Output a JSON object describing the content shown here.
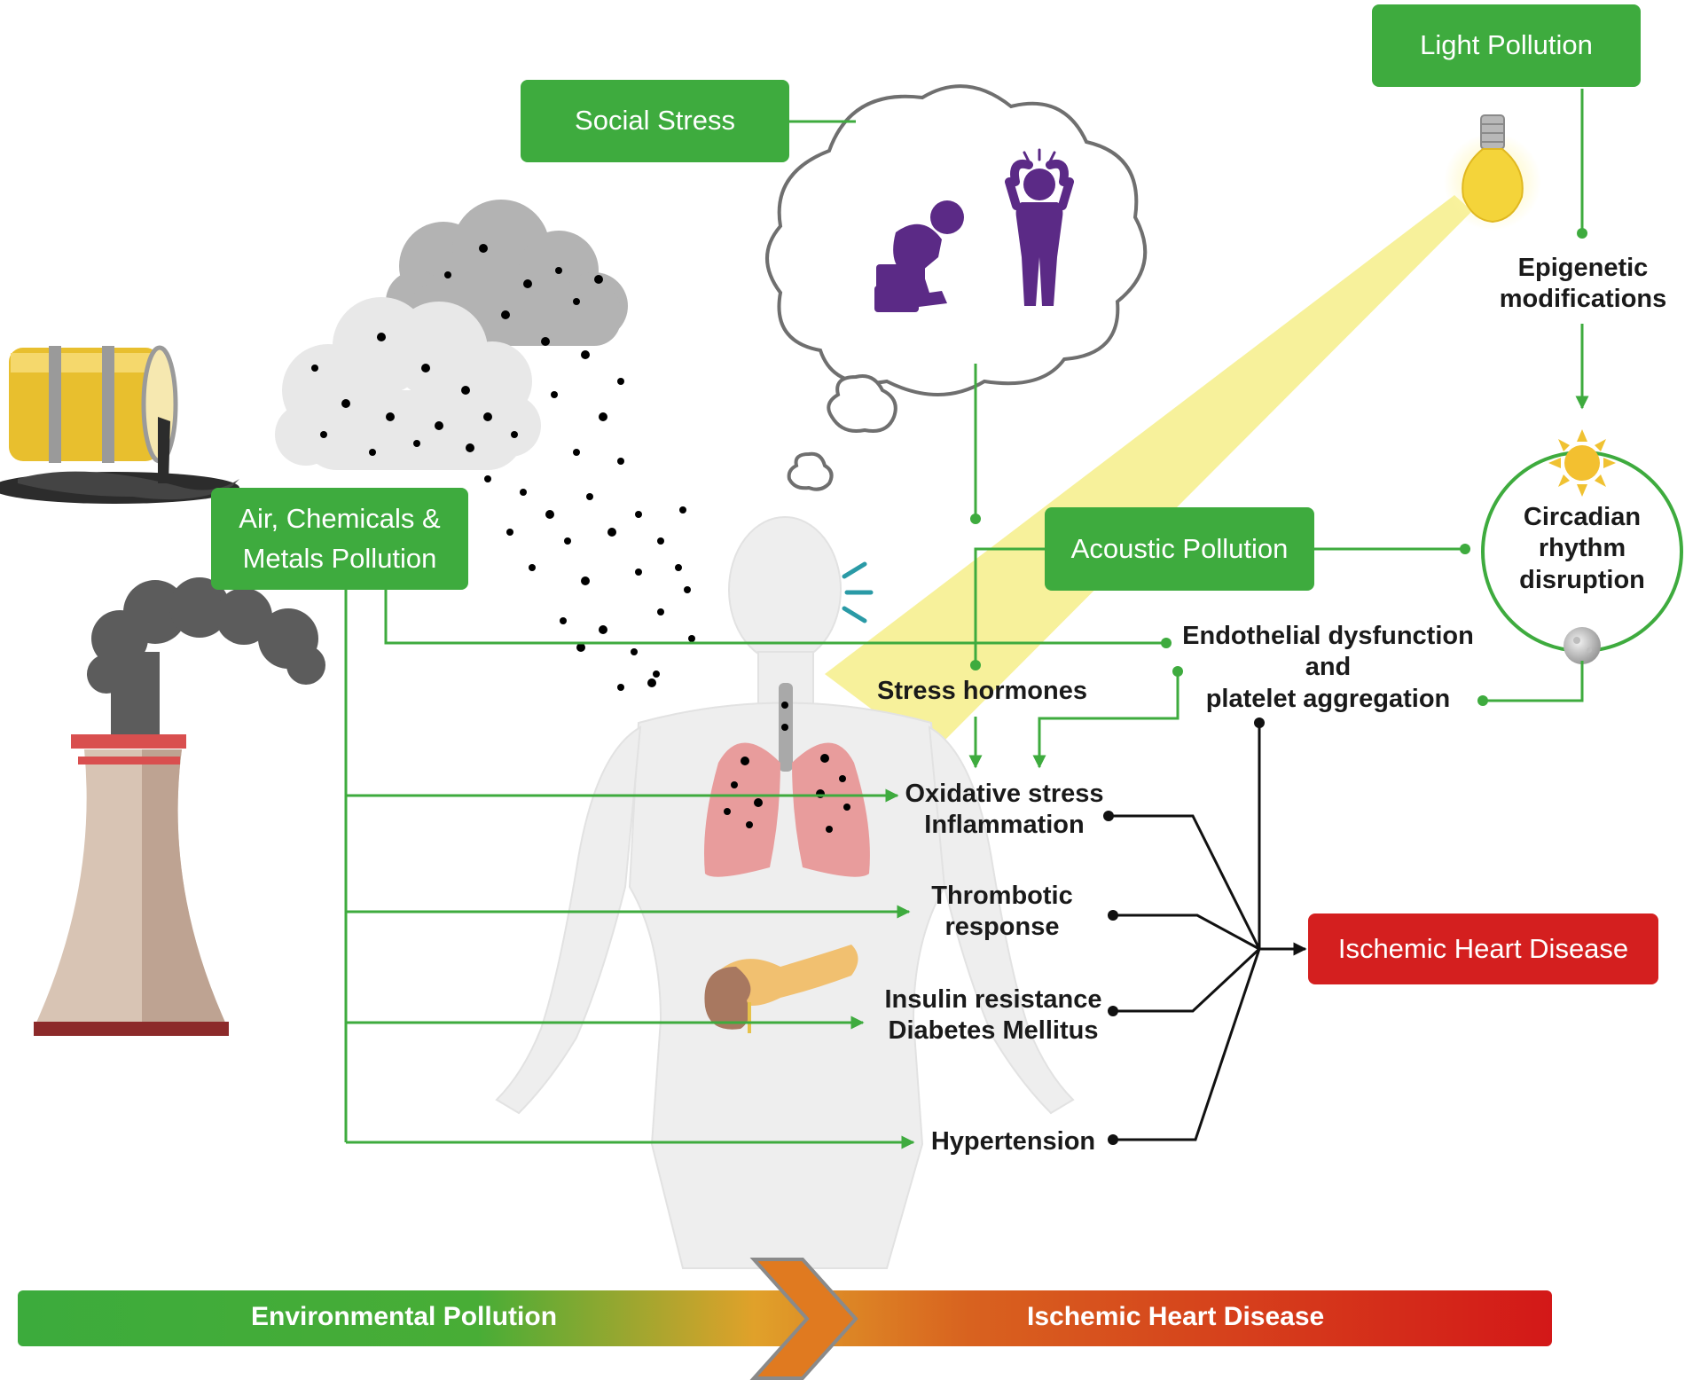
{
  "sources": {
    "light_pollution": "Light Pollution",
    "social_stress": "Social Stress",
    "air_pollution_line1": "Air, Chemicals &",
    "air_pollution_line2": "Metals Pollution",
    "acoustic_pollution": "Acoustic Pollution"
  },
  "mechanisms": {
    "epigenetic_line1": "Epigenetic",
    "epigenetic_line2": "modifications",
    "circadian_line1": "Circadian",
    "circadian_line2": "rhythm",
    "circadian_line3": "disruption",
    "endothelial_line1": "Endothelial dysfunction",
    "endothelial_line2": "and",
    "endothelial_line3": "platelet aggregation",
    "stress_hormones": "Stress hormones"
  },
  "effects": {
    "oxidative_line1": "Oxidative stress",
    "oxidative_line2": "Inflammation",
    "thrombotic_line1": "Thrombotic",
    "thrombotic_line2": "response",
    "insulin_line1": "Insulin resistance",
    "insulin_line2": "Diabetes Mellitus",
    "hypertension": "Hypertension"
  },
  "outcome": "Ischemic Heart Disease",
  "bottom_bar": {
    "left": "Environmental Pollution",
    "right": "Ischemic Heart Disease"
  },
  "colors": {
    "green": "#3eab3e",
    "red": "#d41f1f",
    "purple": "#5b2a86",
    "bulb": "#f4d43a"
  },
  "icons": [
    "oil-barrel-icon",
    "smokestack-icon",
    "smog-cloud-icon",
    "thought-cloud-icon",
    "sad-person-icon",
    "stressed-person-icon",
    "light-bulb-icon",
    "sun-icon",
    "moon-icon",
    "human-body-icon",
    "lungs-icon",
    "pancreas-icon",
    "kidney-icon",
    "noise-waves-icon",
    "chevron-right-icon"
  ]
}
